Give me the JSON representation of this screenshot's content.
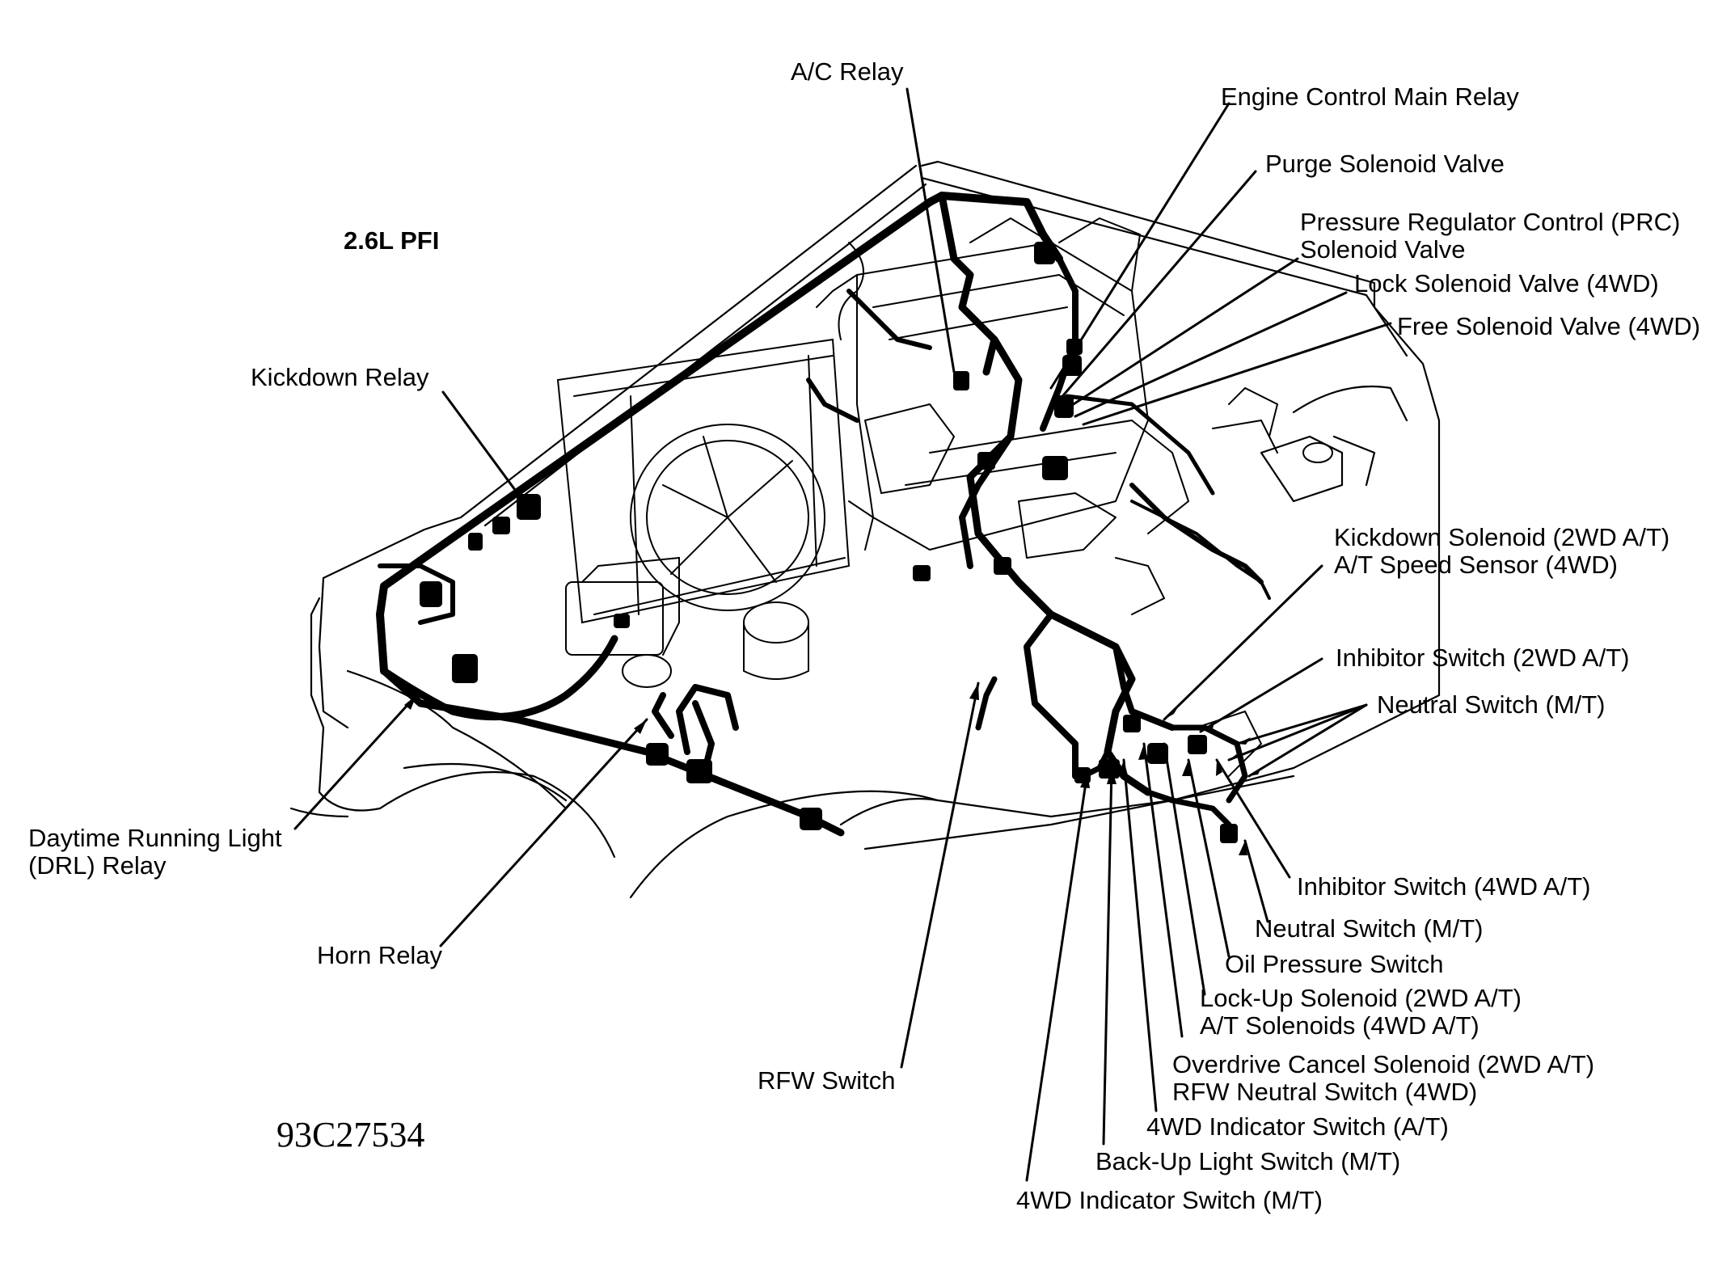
{
  "engine": "2.6L PFI",
  "figure_number": "93C27534",
  "labels": {
    "ac_relay": "A/C Relay",
    "engine_control_main_relay": "Engine Control Main Relay",
    "purge_solenoid_valve": "Purge Solenoid Valve",
    "prc_solenoid_valve_1": "Pressure Regulator Control (PRC)",
    "prc_solenoid_valve_2": "Solenoid Valve",
    "lock_solenoid_valve": "Lock Solenoid Valve (4WD)",
    "free_solenoid_valve": "Free Solenoid Valve (4WD)",
    "kickdown_relay": "Kickdown Relay",
    "kickdown_solenoid_1": "Kickdown Solenoid (2WD A/T)",
    "kickdown_solenoid_2": "A/T Speed Sensor (4WD)",
    "inhibitor_switch_2wd": "Inhibitor Switch (2WD A/T)",
    "neutral_switch_mt_top": "Neutral Switch (M/T)",
    "drl_relay_1": "Daytime Running Light",
    "drl_relay_2": "(DRL) Relay",
    "horn_relay": "Horn Relay",
    "inhibitor_switch_4wd": "Inhibitor Switch (4WD A/T)",
    "neutral_switch_mt_bottom": "Neutral Switch (M/T)",
    "oil_pressure_switch": "Oil Pressure Switch",
    "lockup_solenoid_1": "Lock-Up Solenoid (2WD A/T)",
    "lockup_solenoid_2": "A/T Solenoids (4WD A/T)",
    "rfw_switch": "RFW Switch",
    "overdrive_cancel_1": "Overdrive Cancel Solenoid (2WD A/T)",
    "overdrive_cancel_2": "RFW Neutral Switch (4WD)",
    "indicator_switch_at": "4WD Indicator Switch (A/T)",
    "backup_light_switch": "Back-Up Light Switch (M/T)",
    "indicator_switch_mt": "4WD Indicator Switch (M/T)"
  }
}
